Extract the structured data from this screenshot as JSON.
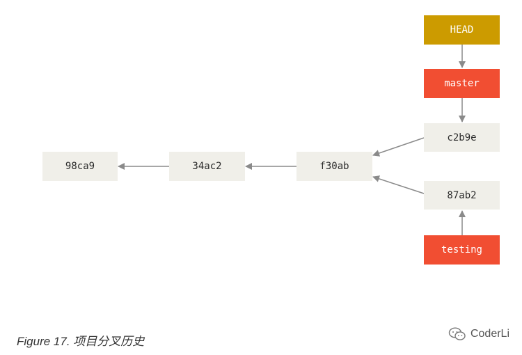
{
  "diagram": {
    "nodes": {
      "head": "HEAD",
      "master": "master",
      "testing": "testing",
      "c2b9e": "c2b9e",
      "c87ab2": "87ab2",
      "f30ab": "f30ab",
      "c34ac2": "34ac2",
      "c98ca9": "98ca9"
    },
    "colors": {
      "commit_bg": "#f0efe9",
      "branch_bg": "#f14e32",
      "head_bg": "#cc9b00",
      "arrow": "#8a8a8a"
    }
  },
  "caption": {
    "figure": "Figure 17. 项目分叉历史"
  },
  "watermark": {
    "text": "CoderLi",
    "icon": "wechat-icon"
  }
}
